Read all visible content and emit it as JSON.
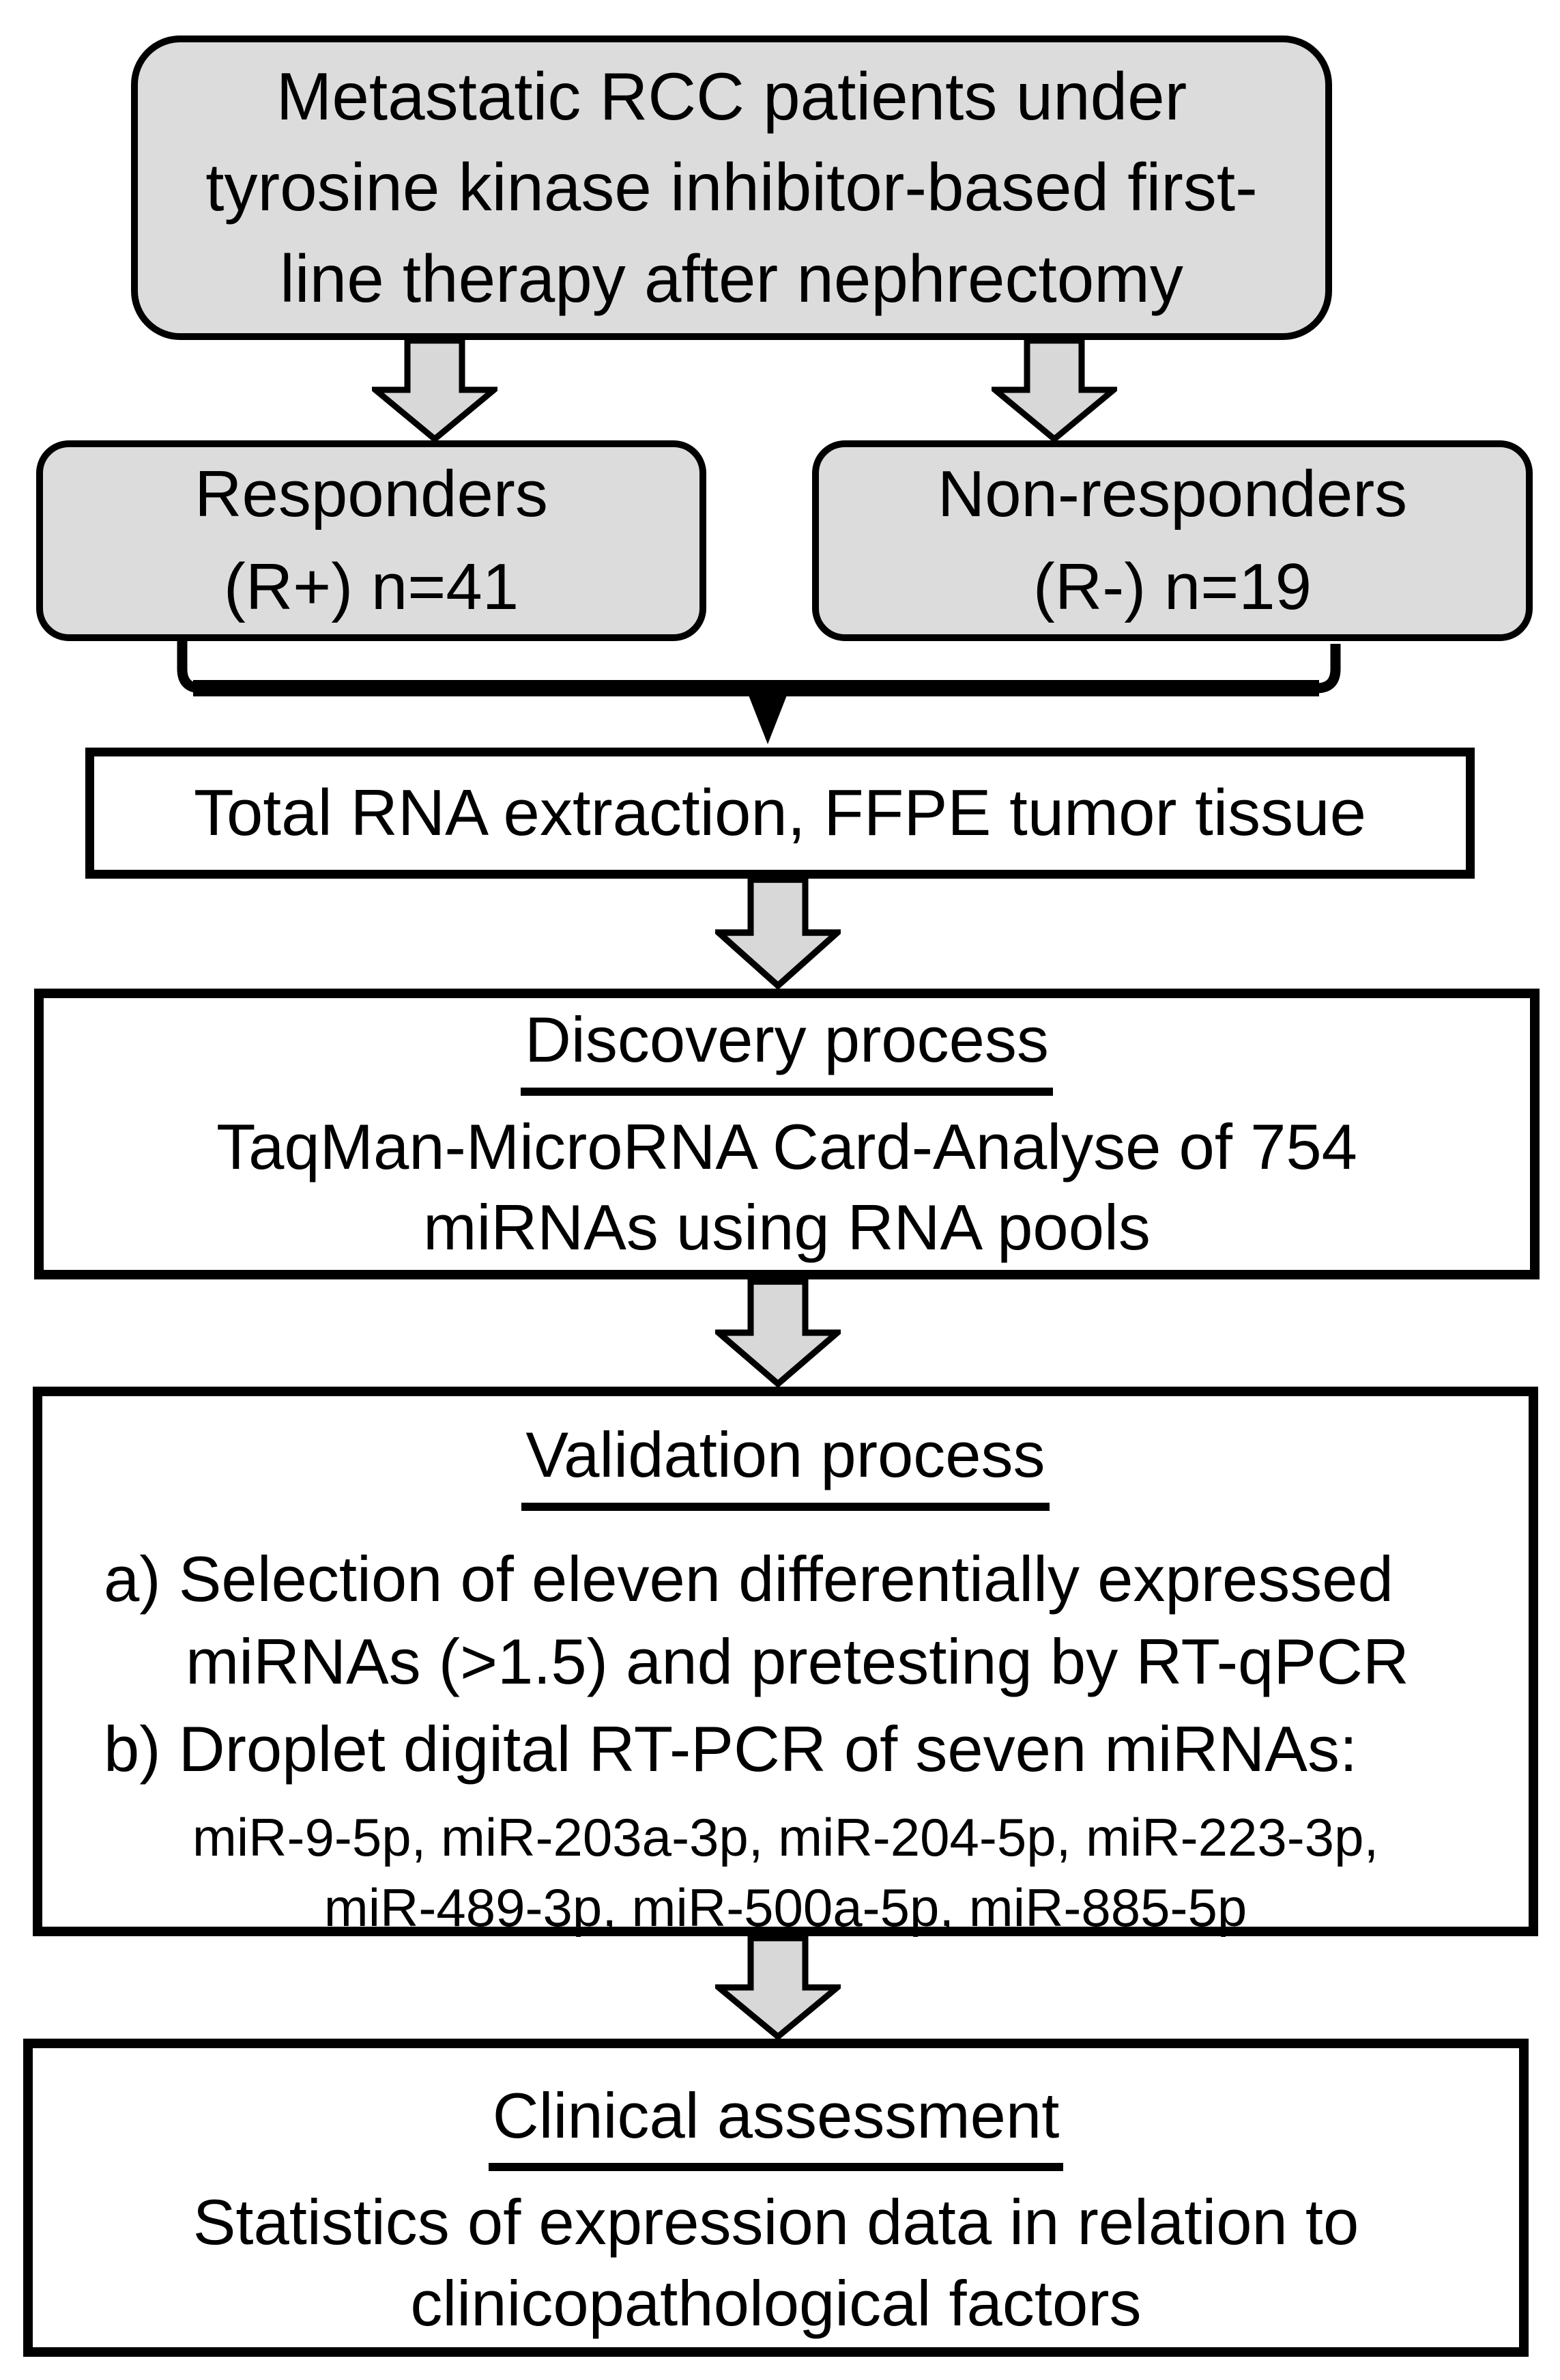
{
  "colors": {
    "box_fill": "#dcdcdc",
    "arrow_fill": "#d8d8d8",
    "line": "#000000",
    "background": "#ffffff"
  },
  "nodes": {
    "patients": {
      "lines": [
        "Metastatic RCC patients under",
        "tyrosine kinase inhibitor-based first-",
        "line therapy after nephrectomy"
      ]
    },
    "responders": {
      "lines": [
        "Responders",
        "(R+) n=41"
      ]
    },
    "non_responders": {
      "lines": [
        "Non-responders",
        "(R-) n=19"
      ]
    },
    "rna_extraction": {
      "text": "Total RNA extraction, FFPE tumor tissue"
    },
    "discovery": {
      "title": "Discovery process",
      "lines": [
        "TaqMan-MicroRNA Card-Analyse of 754",
        "miRNAs using RNA pools"
      ]
    },
    "validation": {
      "title": "Validation process",
      "items": [
        {
          "label": "a)",
          "text": "Selection of eleven differentially expressed miRNAs (>1.5) and pretesting by RT-qPCR"
        },
        {
          "label": "b)",
          "text": "Droplet digital RT-PCR of seven miRNAs:"
        }
      ],
      "mirna_lines": [
        "miR-9-5p, miR-203a-3p, miR-204-5p, miR-223-3p,",
        "miR-489-3p, miR-500a-5p, miR-885-5p"
      ]
    },
    "clinical": {
      "title": "Clinical assessment",
      "lines": [
        "Statistics of expression data in relation to",
        "clinicopathological factors"
      ]
    }
  }
}
